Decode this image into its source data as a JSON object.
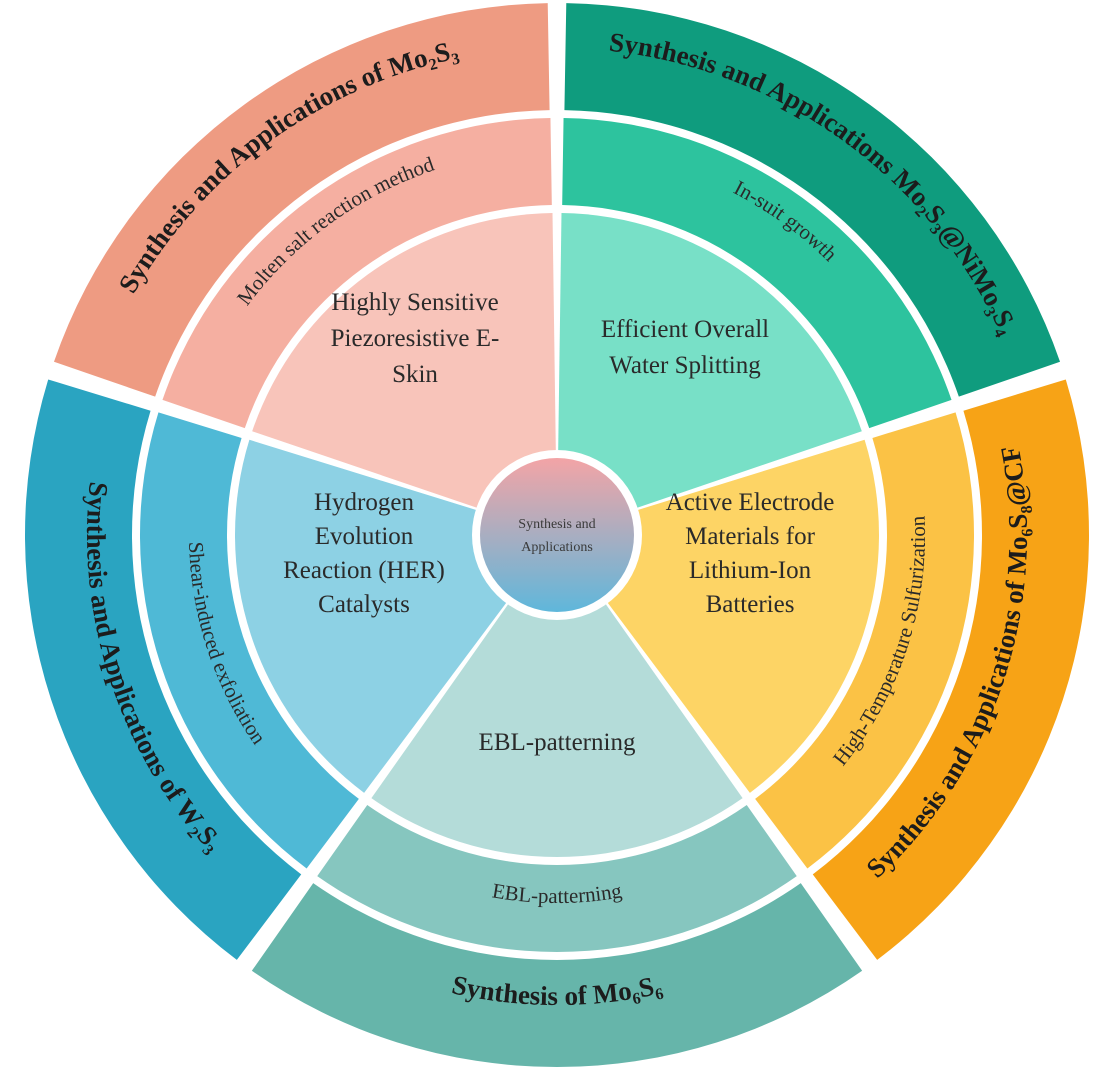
{
  "center": {
    "line1": "Synthesis and",
    "line2": "Applications"
  },
  "sectors": [
    {
      "id": "mo2s3",
      "outer": "Synthesis and Applications of Mo₂S₃",
      "middle": "Molten salt reaction method",
      "inner": [
        "Highly Sensitive",
        "Piezoresistive E-",
        "Skin"
      ],
      "colors": {
        "outer": "#EE9B82",
        "middle": "#F5AFA1",
        "inner": "#F8C4BA"
      }
    },
    {
      "id": "mo2s3-nimo3s4",
      "outer": "Synthesis and Applications Mo₂S₃@NiMo₃S₄",
      "middle": "In-suit growth",
      "inner": [
        "Efficient Overall",
        "Water Splitting"
      ],
      "colors": {
        "outer": "#0F9C7E",
        "middle": "#2DC39E",
        "inner": "#78E0C7"
      }
    },
    {
      "id": "mo6s8-cf",
      "outer": "Synthesis and Applications of Mo₆S₈@CF",
      "middle": "High-Temperature Sulfurization",
      "inner": [
        "Active Electrode",
        "Materials for",
        "Lithium-Ion",
        "Batteries"
      ],
      "colors": {
        "outer": "#F7A316",
        "middle": "#FBC245",
        "inner": "#FDD465"
      }
    },
    {
      "id": "mo6s6",
      "outer": "Synthesis  of Mo₆S₆",
      "middle": "EBL-patterning",
      "inner": [
        "EBL-patterning"
      ],
      "colors": {
        "outer": "#66B5AA",
        "middle": "#86C6BF",
        "inner": "#B4DCD9"
      }
    },
    {
      "id": "w2s3",
      "outer": "Synthesis and Applications of W₂S₃",
      "middle": "Shear-induced exfoliation",
      "inner": [
        "Hydrogen",
        "Evolution",
        "Reaction (HER)",
        "Catalysts"
      ],
      "colors": {
        "outer": "#2AA4C1",
        "middle": "#4FB9D6",
        "inner": "#8DD1E4"
      }
    }
  ],
  "center_colors": {
    "top": "#F3A4A6",
    "bottom": "#5FB7DB"
  }
}
